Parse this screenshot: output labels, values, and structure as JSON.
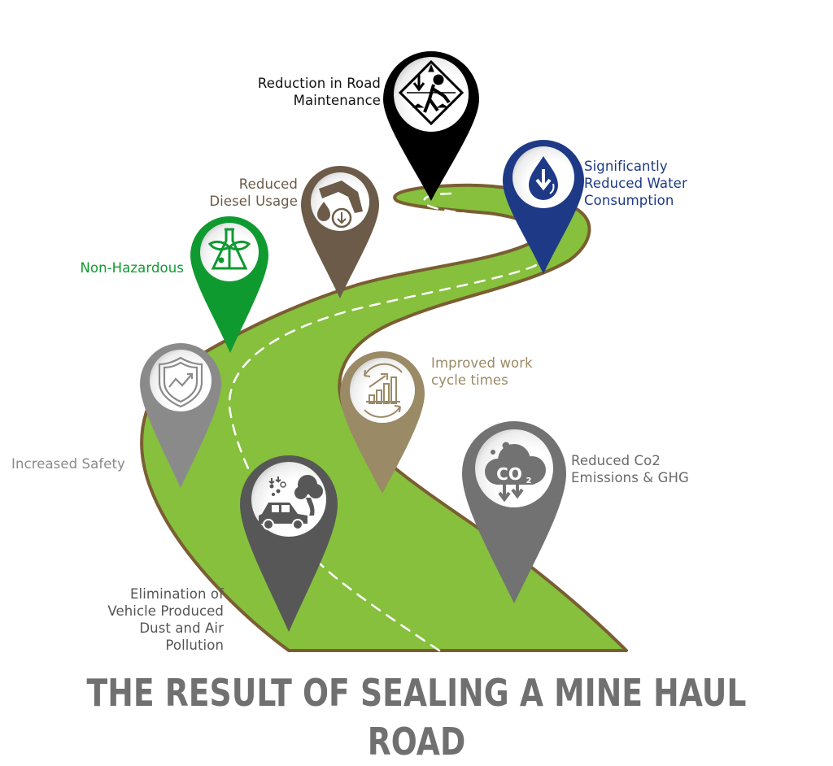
{
  "title": "THE RESULT OF SEALING A MINE HAUL ROAD",
  "colors": {
    "road_fill": "#86c03d",
    "road_edge": "#7a5e33",
    "road_dash": "#ffffff",
    "title": "#707070"
  },
  "pins": [
    {
      "id": "road-maintenance",
      "label": "Reduction in Road\nMaintenance",
      "color": "#000000",
      "text_color": "#111111",
      "icon": "road-work-sign-icon"
    },
    {
      "id": "water",
      "label": "Significantly\nReduced Water\nConsumption",
      "color": "#1e3a86",
      "text_color": "#1e3a86",
      "icon": "water-drop-down-icon"
    },
    {
      "id": "diesel",
      "label": "Reduced\nDiesel Usage",
      "color": "#6b5b48",
      "text_color": "#6b5b48",
      "icon": "fuel-nozzle-icon"
    },
    {
      "id": "non-hazardous",
      "label": "Non-Hazardous",
      "color": "#0f9a30",
      "text_color": "#0f9a30",
      "icon": "plant-flask-icon"
    },
    {
      "id": "safety",
      "label": "Increased Safety",
      "color": "#8a8a8a",
      "text_color": "#8a8a8a",
      "icon": "shield-trend-icon"
    },
    {
      "id": "cycle-times",
      "label": "Improved work\ncycle times",
      "color": "#9a8a66",
      "text_color": "#9a8a66",
      "icon": "growth-chart-cycle-icon"
    },
    {
      "id": "dust",
      "label": "Elimination of\nVehicle Produced\nDust and Air\nPollution",
      "color": "#575757",
      "text_color": "#555555",
      "icon": "car-exhaust-icon"
    },
    {
      "id": "co2",
      "label": "Reduced Co2\nEmissions & GHG",
      "color": "#727272",
      "text_color": "#6a6a6a",
      "icon": "co2-cloud-icon"
    }
  ],
  "icon_text": {
    "co2": "CO",
    "co2_sub": "2"
  }
}
